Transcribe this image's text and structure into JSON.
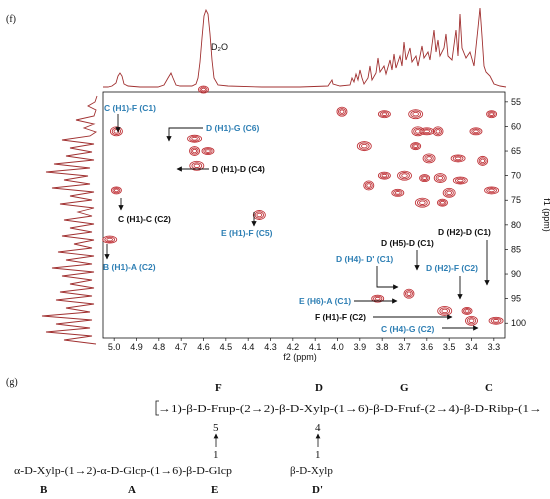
{
  "panel_f_label": "(f)",
  "panel_g_label": "(g)",
  "chart_data": {
    "type": "scatter",
    "xlabel": "f2 (ppm)",
    "ylabel": "f1 (ppm)",
    "xlim": [
      5.05,
      3.25
    ],
    "ylim": [
      53,
      103
    ],
    "xticks": [
      5.0,
      4.9,
      4.8,
      4.7,
      4.6,
      4.5,
      4.4,
      4.3,
      4.2,
      4.1,
      4.0,
      3.9,
      3.8,
      3.7,
      3.6,
      3.5,
      3.4,
      3.3
    ],
    "yticks": [
      55,
      60,
      65,
      70,
      75,
      80,
      85,
      90,
      95,
      100
    ],
    "solvent_label": "D₂O",
    "cross_peaks": [
      {
        "x": 4.6,
        "y": 52.5
      },
      {
        "x": 4.99,
        "y": 61.0
      },
      {
        "x": 4.64,
        "y": 62.5
      },
      {
        "x": 4.64,
        "y": 65.0
      },
      {
        "x": 4.58,
        "y": 65.0
      },
      {
        "x": 4.63,
        "y": 68.0
      },
      {
        "x": 4.99,
        "y": 73.0
      },
      {
        "x": 4.35,
        "y": 78.0
      },
      {
        "x": 5.02,
        "y": 83.0
      },
      {
        "x": 3.98,
        "y": 57.0
      },
      {
        "x": 3.79,
        "y": 57.5
      },
      {
        "x": 3.65,
        "y": 57.5
      },
      {
        "x": 3.31,
        "y": 57.5
      },
      {
        "x": 3.64,
        "y": 61.0
      },
      {
        "x": 3.6,
        "y": 61.0
      },
      {
        "x": 3.55,
        "y": 61.0
      },
      {
        "x": 3.38,
        "y": 61.0
      },
      {
        "x": 3.88,
        "y": 64.0
      },
      {
        "x": 3.65,
        "y": 64.0
      },
      {
        "x": 3.59,
        "y": 66.5
      },
      {
        "x": 3.46,
        "y": 66.5
      },
      {
        "x": 3.35,
        "y": 67.0
      },
      {
        "x": 3.79,
        "y": 70.0
      },
      {
        "x": 3.7,
        "y": 70.0
      },
      {
        "x": 3.61,
        "y": 70.5
      },
      {
        "x": 3.54,
        "y": 70.5
      },
      {
        "x": 3.45,
        "y": 71.0
      },
      {
        "x": 3.86,
        "y": 72.0
      },
      {
        "x": 3.73,
        "y": 73.5
      },
      {
        "x": 3.62,
        "y": 75.5
      },
      {
        "x": 3.53,
        "y": 75.5
      },
      {
        "x": 3.5,
        "y": 73.5
      },
      {
        "x": 3.31,
        "y": 73.0
      },
      {
        "x": 3.68,
        "y": 94.0
      },
      {
        "x": 3.82,
        "y": 95.0
      },
      {
        "x": 3.52,
        "y": 97.5
      },
      {
        "x": 3.42,
        "y": 97.5
      },
      {
        "x": 3.4,
        "y": 99.5
      },
      {
        "x": 3.29,
        "y": 99.5
      }
    ],
    "annotations": [
      {
        "text": "C (H1)-F (C1)",
        "color": "blue"
      },
      {
        "text": "D (H1)-G (C6)",
        "color": "blue"
      },
      {
        "text": "D (H1)-D (C4)",
        "color": "black"
      },
      {
        "text": "C (H1)-C (C2)",
        "color": "black"
      },
      {
        "text": "E (H1)-F (C5)",
        "color": "blue"
      },
      {
        "text": "B (H1)-A (C2)",
        "color": "blue"
      },
      {
        "text": "D (H5)-D (C1)",
        "color": "black"
      },
      {
        "text": "D (H2)-D (C1)",
        "color": "black"
      },
      {
        "text": "D (H4)- D' (C1)",
        "color": "blue"
      },
      {
        "text": "D (H2)-F (C2)",
        "color": "blue"
      },
      {
        "text": "E (H6)-A (C1)",
        "color": "blue"
      },
      {
        "text": "F (H1)-F (C2)",
        "color": "black"
      },
      {
        "text": "C (H4)-G (C2)",
        "color": "blue"
      }
    ]
  },
  "structure": {
    "top_letters": [
      "F",
      "D",
      "G",
      "C"
    ],
    "backbone": "→1)-β-D-Frup-(2→2)-β-D-Xylp-(1→6)-β-D-Fruf-(2→4)-β-D-Ribp-(1→",
    "branch1_pos": "5",
    "branch1_one": "1",
    "branch2_pos": "4",
    "branch2_one": "1",
    "side_chain": "α-D-Xylp-(1→2)-α-D-Glcp-(1→6)-β-D-Glcp",
    "side_chain2": "β-D-Xylp",
    "bottom_letters": [
      "B",
      "A",
      "E",
      "D'"
    ]
  }
}
